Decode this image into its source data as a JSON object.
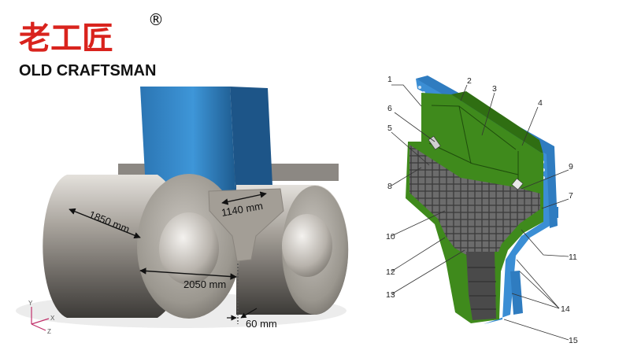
{
  "brand": {
    "chinese_name": "老工匠",
    "registered_mark": "®",
    "english_name": "OLD CRAFTSMAN"
  },
  "roller_diagram": {
    "roll_length": "1850 mm",
    "roll_diameter": "2050 mm",
    "feed_width": "1140 mm",
    "roll_gap": "60 mm",
    "axes": {
      "y": "Y",
      "x": "X",
      "z": "Z"
    }
  },
  "section_diagram": {
    "callouts": [
      "1",
      "2",
      "3",
      "4",
      "5",
      "6",
      "7",
      "8",
      "9",
      "10",
      "11",
      "12",
      "13",
      "14",
      "15"
    ]
  },
  "colors": {
    "brand_red": "#d9231d",
    "feed_blue": "#2f86c9",
    "plate_green": "#3f8a1c",
    "roll_grey": "#8f8b85",
    "hardface_grey": "#545454"
  }
}
